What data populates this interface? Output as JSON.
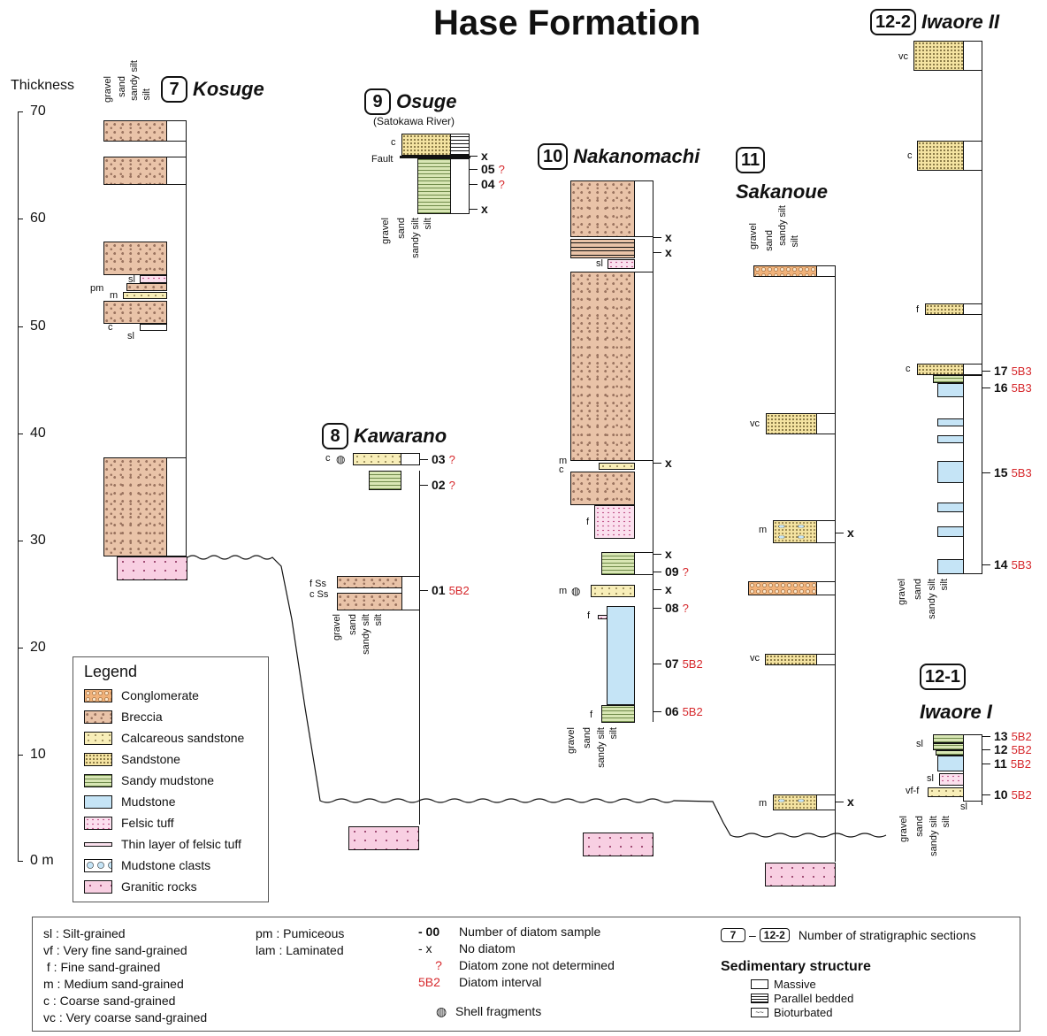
{
  "title": "Hase Formation",
  "thickness": {
    "label": "Thickness",
    "ticks": [
      "70",
      "60",
      "50",
      "40",
      "30",
      "20",
      "10",
      "0 m"
    ]
  },
  "grain_scale": [
    "gravel",
    "sand",
    "sandy silt",
    "silt"
  ],
  "sections": {
    "kosuge": {
      "num": "7",
      "name": "Kosuge",
      "labels": [
        "sl",
        "pm",
        "m",
        "c",
        "sl"
      ]
    },
    "kawarano": {
      "num": "8",
      "name": "Kawarano",
      "samples": [
        {
          "id": "03",
          "zone": "?"
        },
        {
          "id": "02",
          "zone": "?"
        },
        {
          "id": "01",
          "zone": "5B2"
        }
      ],
      "labels": [
        "c",
        "f Ss",
        "c Ss"
      ]
    },
    "osuge": {
      "num": "9",
      "name": "Osuge",
      "subtitle": "(Satokawa River)",
      "fault": "Fault",
      "samples": [
        {
          "id": "x",
          "zone": ""
        },
        {
          "id": "05",
          "zone": "?"
        },
        {
          "id": "04",
          "zone": "?"
        },
        {
          "id": "x",
          "zone": ""
        }
      ],
      "labels": [
        "c"
      ]
    },
    "nakanomachi": {
      "num": "10",
      "name": "Nakanomachi",
      "samples": [
        {
          "id": "x",
          "zone": ""
        },
        {
          "id": "x",
          "zone": ""
        },
        {
          "id": "x",
          "zone": ""
        },
        {
          "id": "x",
          "zone": ""
        },
        {
          "id": "09",
          "zone": "?"
        },
        {
          "id": "x",
          "zone": ""
        },
        {
          "id": "08",
          "zone": "?"
        },
        {
          "id": "07",
          "zone": "5B2"
        },
        {
          "id": "06",
          "zone": "5B2"
        }
      ],
      "labels": [
        "sl",
        "m",
        "c",
        "f",
        "m",
        "f",
        "f"
      ]
    },
    "sakanoue": {
      "num": "11",
      "name": "Sakanoue",
      "samples": [
        {
          "id": "x",
          "zone": ""
        },
        {
          "id": "x",
          "zone": ""
        }
      ],
      "labels": [
        "vc",
        "m",
        "vc",
        "m"
      ]
    },
    "iwaore2": {
      "num": "12-2",
      "name": "Iwaore II",
      "samples": [
        {
          "id": "17",
          "zone": "5B3"
        },
        {
          "id": "16",
          "zone": "5B3"
        },
        {
          "id": "15",
          "zone": "5B3"
        },
        {
          "id": "14",
          "zone": "5B3"
        }
      ],
      "labels": [
        "vc",
        "c",
        "f",
        "c"
      ]
    },
    "iwaore1": {
      "num": "12-1",
      "name": "Iwaore I",
      "samples": [
        {
          "id": "13",
          "zone": "5B2"
        },
        {
          "id": "12",
          "zone": "5B2"
        },
        {
          "id": "11",
          "zone": "5B2"
        },
        {
          "id": "10",
          "zone": "5B2"
        }
      ],
      "labels": [
        "sl",
        "sl",
        "vf-f",
        "sl"
      ]
    }
  },
  "legend": {
    "title": "Legend",
    "items": [
      {
        "key": "conglom",
        "label": "Conglomerate"
      },
      {
        "key": "breccia",
        "label": "Breccia"
      },
      {
        "key": "calc",
        "label": "Calcareous sandstone"
      },
      {
        "key": "sandstone",
        "label": "Sandstone"
      },
      {
        "key": "sandymud",
        "label": "Sandy mudstone"
      },
      {
        "key": "mudstone",
        "label": "Mudstone"
      },
      {
        "key": "tuff",
        "label": "Felsic tuff"
      },
      {
        "key": "thin",
        "label": "Thin layer of felsic tuff"
      },
      {
        "key": "clasts",
        "label": "Mudstone clasts"
      },
      {
        "key": "granite",
        "label": "Granitic rocks"
      }
    ]
  },
  "notes": {
    "grain_abbrev": [
      "sl : Silt-grained",
      "vf : Very fine sand-grained",
      " f : Fine sand-grained",
      "m : Medium sand-grained",
      "c : Coarse sand-grained",
      "vc : Very coarse sand-grained"
    ],
    "other_abbrev": [
      "pm : Pumiceous",
      "lam : Laminated"
    ],
    "symbols": [
      {
        "sym": "- 00",
        "text": "Number of diatom sample"
      },
      {
        "sym": "- x",
        "text": "No diatom"
      },
      {
        "sym": "?",
        "text": "Diatom zone not determined"
      },
      {
        "sym": "5B2",
        "text": "Diatom interval"
      }
    ],
    "shell": "Shell fragments",
    "sections_range_a": "7",
    "sections_range_b": "12-2",
    "sections_text": "Number of stratigraphic sections",
    "sedstruct_title": "Sedimentary structure",
    "sedstruct": [
      "Massive",
      "Parallel bedded",
      "Bioturbated"
    ]
  }
}
